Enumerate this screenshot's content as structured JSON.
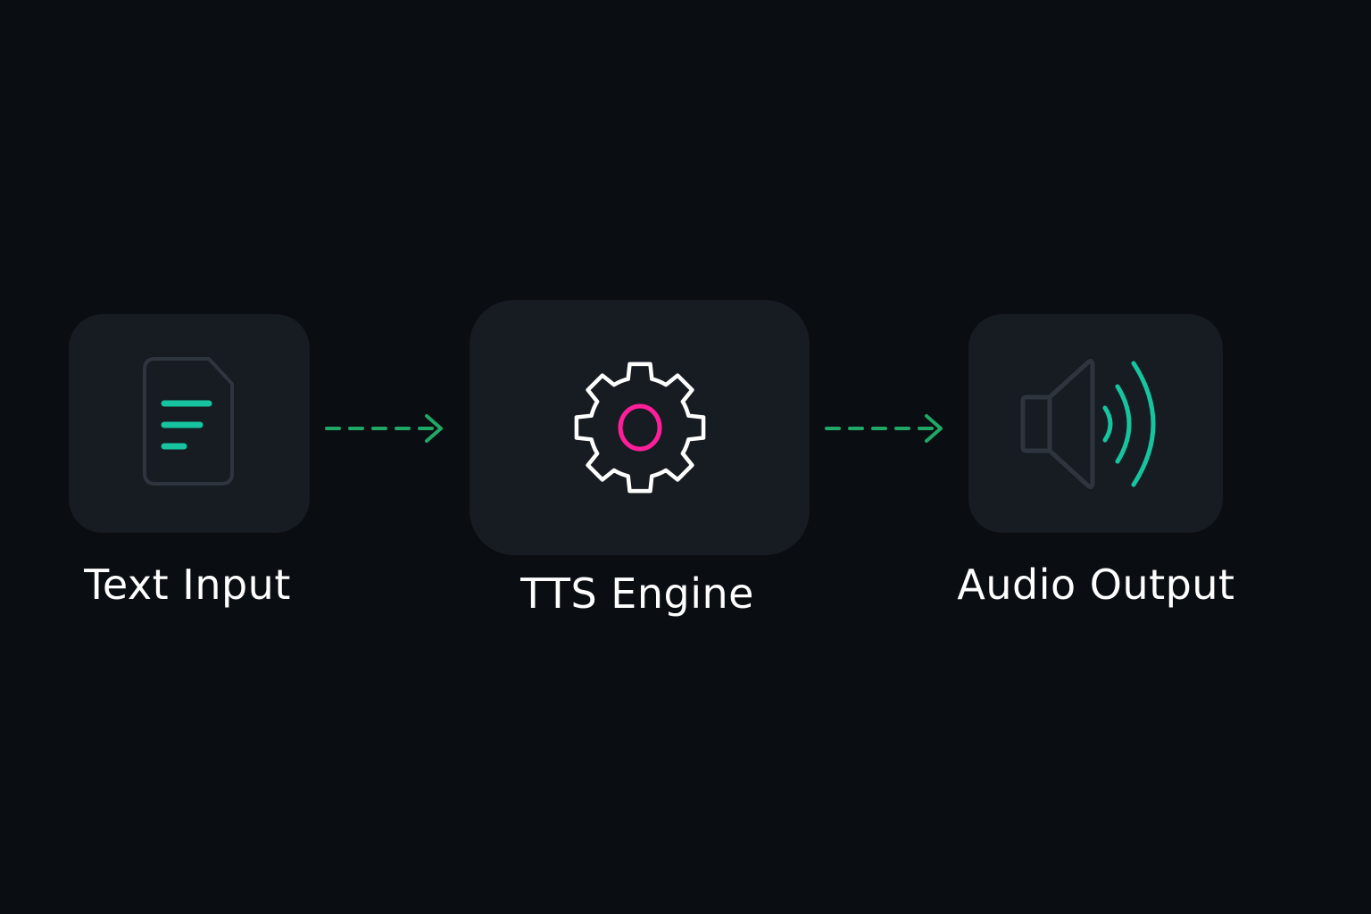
{
  "diagram": {
    "nodes": [
      {
        "id": "text-input",
        "label": "Text Input",
        "icon": "document-icon"
      },
      {
        "id": "tts-engine",
        "label": "TTS Engine",
        "icon": "gear-icon"
      },
      {
        "id": "audio-output",
        "label": "Audio Output",
        "icon": "speaker-icon"
      }
    ],
    "edges": [
      {
        "from": "text-input",
        "to": "tts-engine",
        "style": "dashed-arrow"
      },
      {
        "from": "tts-engine",
        "to": "audio-output",
        "style": "dashed-arrow"
      }
    ]
  },
  "colors": {
    "background": "#0a0d12",
    "node_fill": "#171b22",
    "label_text": "#ffffff",
    "accent_teal": "#16c4a0",
    "accent_green": "#1fa866",
    "accent_magenta": "#ff1f9a",
    "icon_outline": "#2f353e",
    "gear_outline": "#ffffff"
  }
}
